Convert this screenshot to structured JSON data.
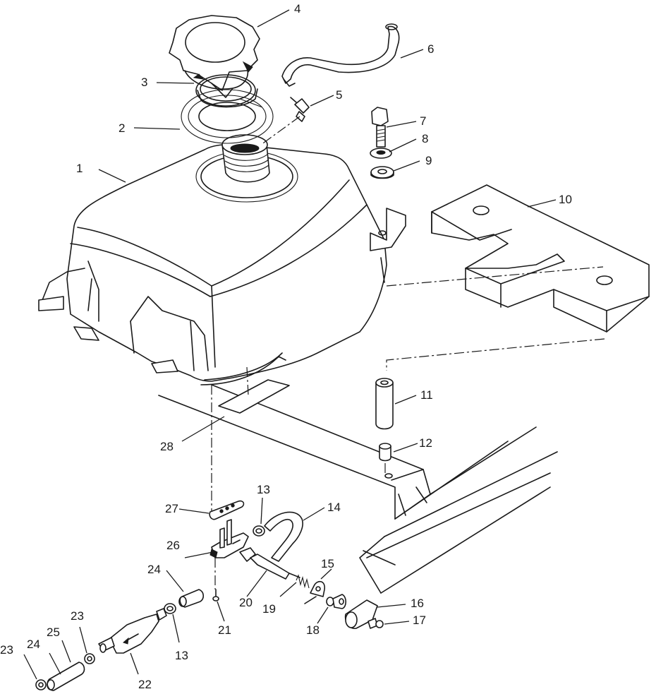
{
  "diagram": {
    "callouts": [
      {
        "id": "c1",
        "text": "1"
      },
      {
        "id": "c2",
        "text": "2"
      },
      {
        "id": "c3",
        "text": "3"
      },
      {
        "id": "c4",
        "text": "4"
      },
      {
        "id": "c5",
        "text": "5"
      },
      {
        "id": "c6",
        "text": "6"
      },
      {
        "id": "c7",
        "text": "7"
      },
      {
        "id": "c8",
        "text": "8"
      },
      {
        "id": "c9",
        "text": "9"
      },
      {
        "id": "c10",
        "text": "10"
      },
      {
        "id": "c11",
        "text": "11"
      },
      {
        "id": "c12",
        "text": "12"
      },
      {
        "id": "c13a",
        "text": "13"
      },
      {
        "id": "c13b",
        "text": "13"
      },
      {
        "id": "c14",
        "text": "14"
      },
      {
        "id": "c15",
        "text": "15"
      },
      {
        "id": "c16",
        "text": "16"
      },
      {
        "id": "c17",
        "text": "17"
      },
      {
        "id": "c18",
        "text": "18"
      },
      {
        "id": "c19",
        "text": "19"
      },
      {
        "id": "c20",
        "text": "20"
      },
      {
        "id": "c21",
        "text": "21"
      },
      {
        "id": "c22",
        "text": "22"
      },
      {
        "id": "c23a",
        "text": "23"
      },
      {
        "id": "c23b",
        "text": "23"
      },
      {
        "id": "c24a",
        "text": "24"
      },
      {
        "id": "c24b",
        "text": "24"
      },
      {
        "id": "c25",
        "text": "25"
      },
      {
        "id": "c26",
        "text": "26"
      },
      {
        "id": "c27",
        "text": "27"
      },
      {
        "id": "c28",
        "text": "28"
      }
    ]
  }
}
